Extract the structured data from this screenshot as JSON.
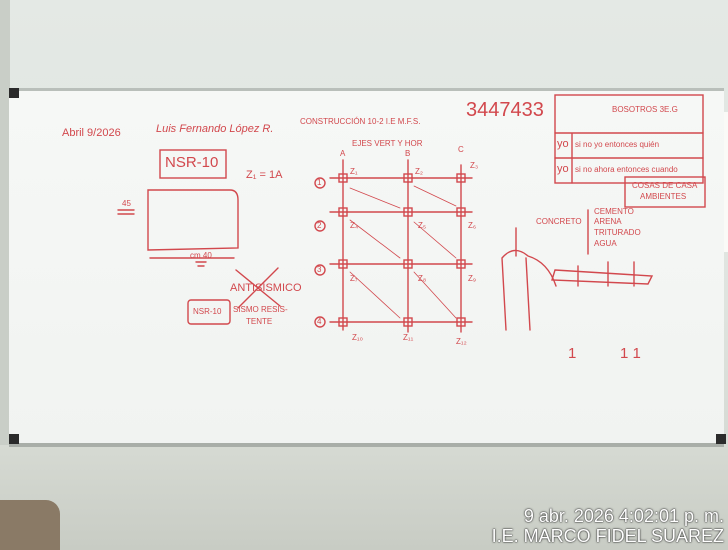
{
  "board": {
    "header": {
      "date": "Abril 9/2026",
      "name": "Luis Fernando López R.",
      "course": "CONSTRUCCIÓN 10-2  I.E M.F.S.",
      "number": "3447433"
    },
    "right_box": {
      "title": "BOSOTROS 3E.G",
      "row1_tag": "yo",
      "row1_text": "si no yo entonces quién",
      "row2_tag": "yo",
      "row2_text": "si no ahora entonces cuando"
    },
    "left": {
      "nsr_box": "NSR-10",
      "z_label": "Z₁ = 1A",
      "height_label": "45",
      "width_label": "cm 40",
      "antisismico": "ANTISÍSMICO",
      "nsr_small": "NSR-10",
      "sismo": "SISMO RESIS-",
      "tente": "TENTE"
    },
    "grid": {
      "title": "EJES VERT Y HOR",
      "cols": [
        "A",
        "B",
        "C"
      ],
      "rows": [
        "1",
        "2",
        "3",
        "4"
      ],
      "nodes": [
        "Z₁",
        "Z₂",
        "Z₃",
        "Z₄",
        "Z₅",
        "Z₆",
        "Z₇",
        "Z₈",
        "Z₉",
        "Z₁₀",
        "Z₁₁",
        "Z₁₂"
      ]
    },
    "right_notes": {
      "cosas1": "COSAS DE CASA",
      "cosas2": "AMBIENTES",
      "concreto": "CONCRETO",
      "ing1": "CEMENTO",
      "ing2": "ARENA",
      "ing3": "TRITURADO",
      "ing4": "AGUA",
      "n1": "1",
      "n2": "1 1"
    }
  },
  "stamp": {
    "datetime": "9 abr. 2026 4:02:01 p. m.",
    "school": "I.E. MARCO FIDEL SUAREZ"
  },
  "colors": {
    "marker": "#d2484d",
    "board": "#f3f5f3",
    "wall": "#e1e6e1"
  }
}
